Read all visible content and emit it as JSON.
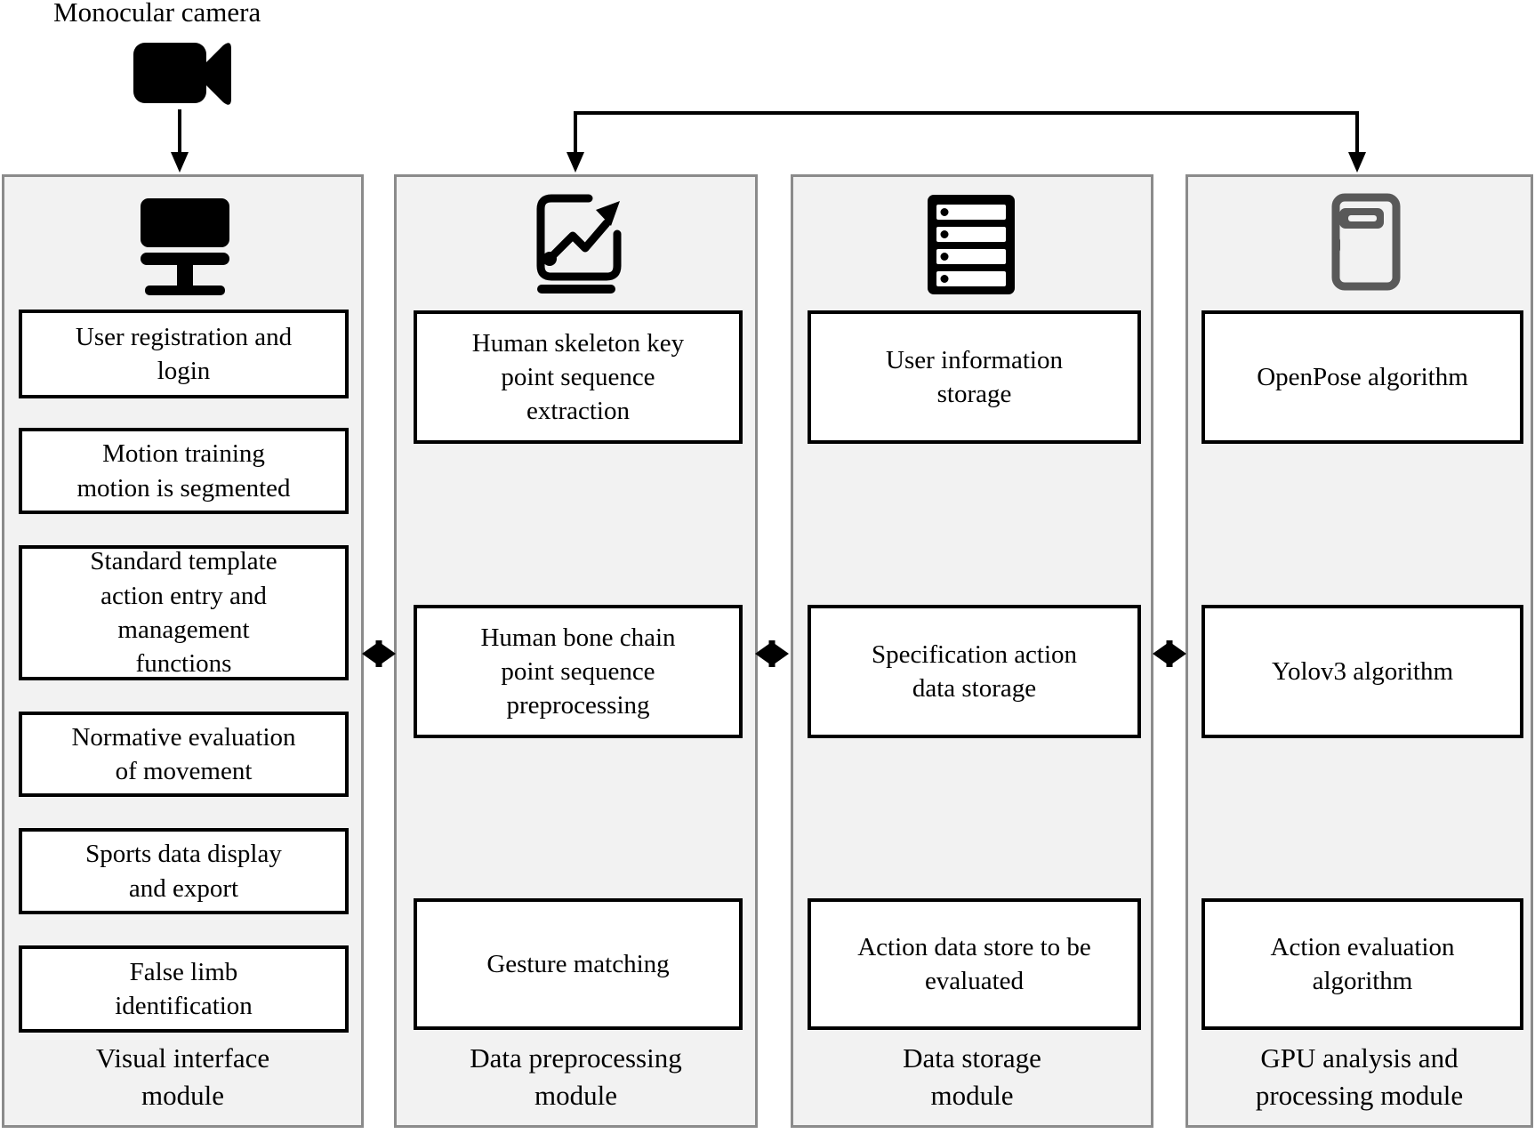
{
  "camera": {
    "label": "Monocular camera"
  },
  "modules": [
    {
      "label": "Visual interface module",
      "icon": "desktop-monitor-icon",
      "boxes": [
        "User registration and login",
        "Motion training motion is segmented",
        "Standard template action entry and management functions",
        "Normative evaluation of movement",
        "Sports data display and export",
        "False limb identification"
      ]
    },
    {
      "label": "Data preprocessing module",
      "icon": "line-chart-screen-icon",
      "boxes": [
        "Human skeleton key point sequence extraction",
        "Human bone chain point sequence preprocessing",
        "Gesture matching"
      ]
    },
    {
      "label": "Data storage module",
      "icon": "server-stack-icon",
      "boxes": [
        "User information storage",
        "Specification action data storage",
        "Action data store to be evaluated"
      ]
    },
    {
      "label": "GPU analysis and processing module",
      "icon": "gpu-tower-icon",
      "boxes": [
        "OpenPose algorithm",
        "Yolov3 algorithm",
        "Action evaluation algorithm"
      ]
    }
  ],
  "colors": {
    "module_fill": "#f2f2f2",
    "module_border": "#8b8b8b",
    "box_border": "#000000",
    "icon_black": "#000000",
    "icon_gray": "#595959",
    "arrow": "#000000"
  }
}
